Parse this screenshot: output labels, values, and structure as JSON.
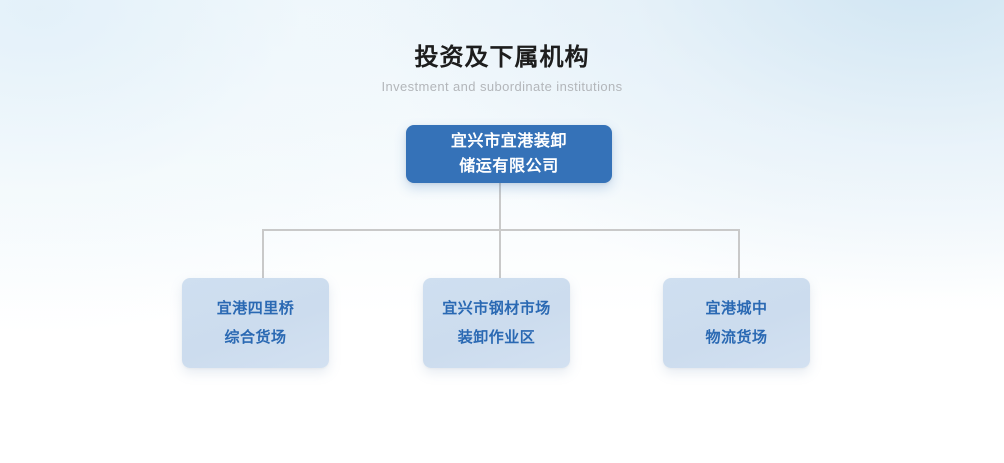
{
  "header": {
    "title": "投资及下属机构",
    "subtitle": "Investment and subordinate institutions"
  },
  "colors": {
    "root_bg": "#3572b8",
    "root_text": "#ffffff",
    "child_bg": "#ccdcee",
    "child_text": "#2a69b3",
    "connector": "#c9c9c9",
    "title_text": "#1d1d1d",
    "subtitle_text": "#b3b6ba",
    "page_bg_tint": "#eef6fb"
  },
  "chart_data": {
    "type": "org-chart",
    "title": "投资及下属机构",
    "subtitle": "Investment and subordinate institutions",
    "root": {
      "id": "root",
      "lines": [
        "宜兴市宜港装卸",
        "储运有限公司"
      ],
      "text": "宜兴市宜港装卸储运有限公司"
    },
    "children": [
      {
        "id": "child-1",
        "lines": [
          "宜港四里桥",
          "综合货场"
        ],
        "text": "宜港四里桥综合货场"
      },
      {
        "id": "child-2",
        "lines": [
          "宜兴市钢材市场",
          "装卸作业区"
        ],
        "text": "宜兴市钢材市场装卸作业区"
      },
      {
        "id": "child-3",
        "lines": [
          "宜港城中",
          "物流货场"
        ],
        "text": "宜港城中物流货场"
      }
    ],
    "levels": 2,
    "edges": [
      {
        "from": "root",
        "to": "child-1"
      },
      {
        "from": "root",
        "to": "child-2"
      },
      {
        "from": "root",
        "to": "child-3"
      }
    ],
    "layout": "top-down-bus"
  }
}
